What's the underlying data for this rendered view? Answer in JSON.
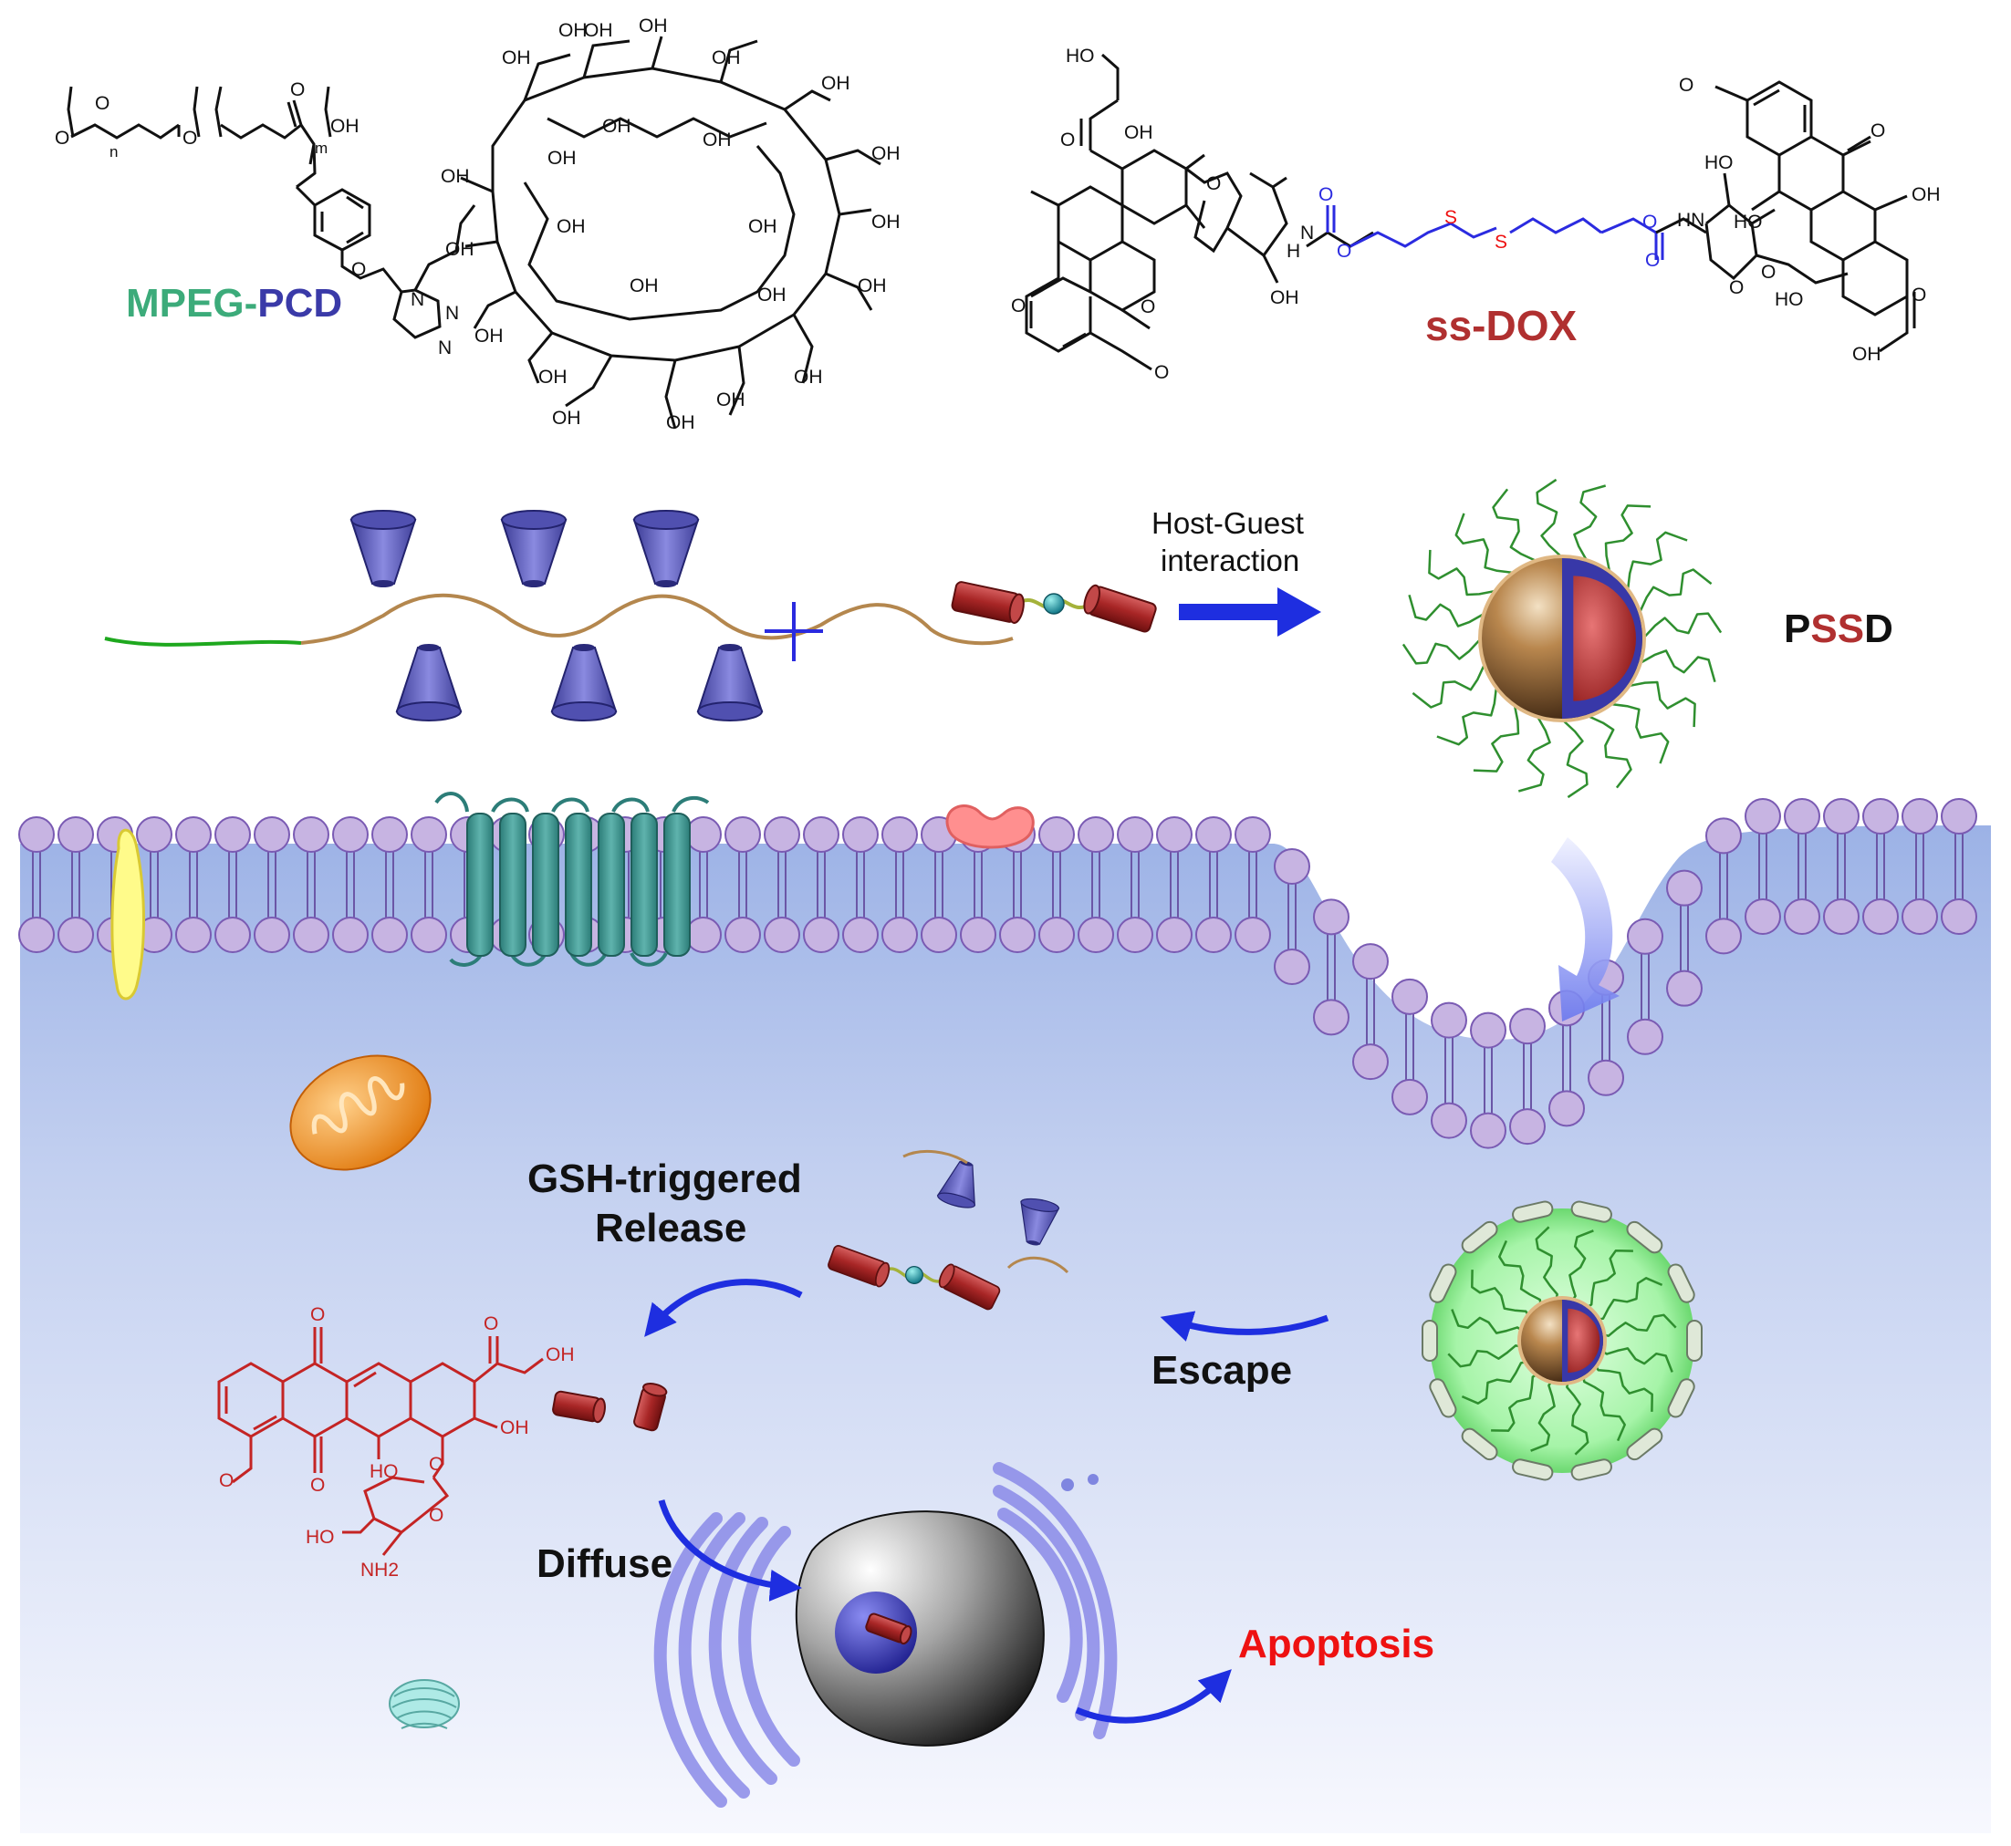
{
  "labels": {
    "mpeg": "MPEG",
    "dash": "-",
    "pcd": "PCD",
    "ss_dox": "ss-DOX",
    "host_guest_line1": "Host-Guest",
    "host_guest_line2": "interaction",
    "pssd_p": "P",
    "pssd_ss": "SS",
    "pssd_d": "D",
    "gsh_line1": "GSH-triggered",
    "gsh_line2": "Release",
    "escape": "Escape",
    "diffuse": "Diffuse",
    "apoptosis": "Apoptosis"
  },
  "chem": {
    "oh": "OH",
    "ho": "HO",
    "o": "O",
    "n": "N",
    "nh": "NH",
    "hn": "HN",
    "h": "H",
    "s": "S",
    "nh2": "NH2",
    "sub_n": "n",
    "sub_m": "m"
  },
  "colors": {
    "mpeg_green": "#3cab7a",
    "pcd_blue": "#3a3aa8",
    "dox_red": "#b03030",
    "arrow_blue": "#2030e0",
    "apoptosis_red": "#ee1111",
    "membrane_purple": "#c7b4e2",
    "cytoplasm_top": "#9cb2e6",
    "cytoplasm_bottom": "#f4f6fd"
  }
}
